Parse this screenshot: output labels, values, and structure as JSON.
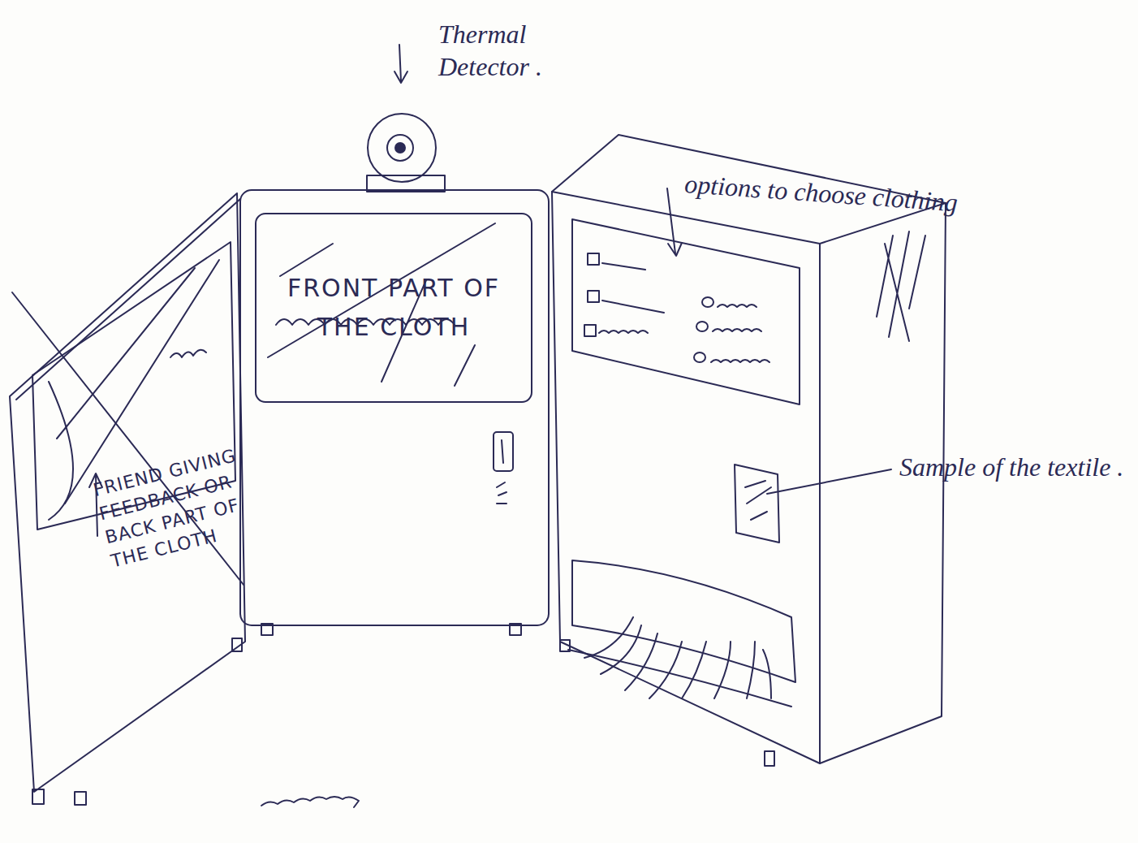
{
  "diagram": {
    "nodes": [
      {
        "text": [
          "FRONT PART OF THE CLOTH"
        ]
      }
    ],
    "labels": [
      "Thermal Detector .",
      "options to choose clothing",
      "Sample of the textile .",
      "FRIEND GIVING FEEDBACK OR BACK PART OF THE CLOTH"
    ]
  }
}
